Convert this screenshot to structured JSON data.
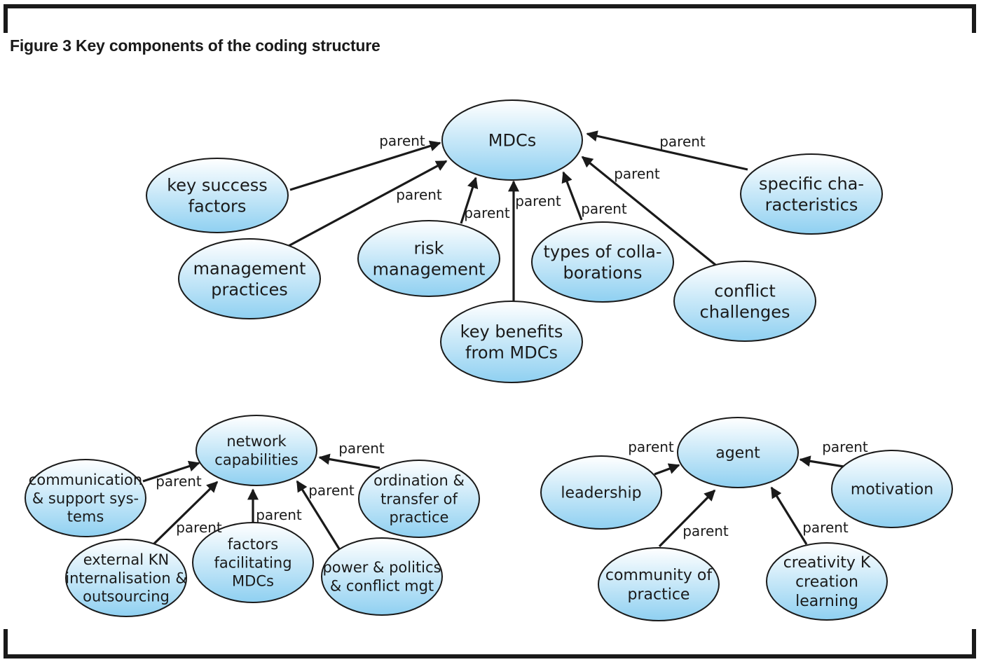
{
  "title": "Figure 3 Key components of the coding structure",
  "colors": {
    "node_top": "#ffffff",
    "node_bottom": "#8fd0f1",
    "stroke": "#1a1a1a",
    "frame": "#1a1a1a"
  },
  "nodes": {
    "mdcs": {
      "lines": [
        "MDCs"
      ]
    },
    "key_success": {
      "lines": [
        "key success",
        "factors"
      ]
    },
    "mgmt_practices": {
      "lines": [
        "management",
        "practices"
      ]
    },
    "risk_mgmt": {
      "lines": [
        "risk",
        "management"
      ]
    },
    "key_benefits": {
      "lines": [
        "key benefits",
        "from MDCs"
      ]
    },
    "types_collab": {
      "lines": [
        "types of colla-",
        "borations"
      ]
    },
    "conflict": {
      "lines": [
        "conflict",
        "challenges"
      ]
    },
    "specific": {
      "lines": [
        "specific cha-",
        "racteristics"
      ]
    },
    "network": {
      "lines": [
        "network",
        "capabilities"
      ]
    },
    "communication": {
      "lines": [
        "communication",
        "& support sys-",
        "tems"
      ]
    },
    "external": {
      "lines": [
        "external KN",
        "internalisation &",
        "outsourcing"
      ]
    },
    "factors": {
      "lines": [
        "factors",
        "facilitating",
        "MDCs"
      ]
    },
    "power": {
      "lines": [
        "power & politics",
        "& conflict mgt"
      ]
    },
    "ordination": {
      "lines": [
        "ordination &",
        "transfer of",
        "practice"
      ]
    },
    "agent": {
      "lines": [
        "agent"
      ]
    },
    "leadership": {
      "lines": [
        "leadership"
      ]
    },
    "motivation": {
      "lines": [
        "motivation"
      ]
    },
    "community": {
      "lines": [
        "community of",
        "practice"
      ]
    },
    "creativity": {
      "lines": [
        "creativity K",
        "creation",
        "learning"
      ]
    }
  },
  "edge_label": "parent",
  "edges": [
    {
      "from": "key_success",
      "to": "mdcs"
    },
    {
      "from": "mgmt_practices",
      "to": "mdcs"
    },
    {
      "from": "risk_mgmt",
      "to": "mdcs"
    },
    {
      "from": "key_benefits",
      "to": "mdcs"
    },
    {
      "from": "types_collab",
      "to": "mdcs"
    },
    {
      "from": "conflict",
      "to": "mdcs"
    },
    {
      "from": "specific",
      "to": "mdcs"
    },
    {
      "from": "communication",
      "to": "network"
    },
    {
      "from": "external",
      "to": "network"
    },
    {
      "from": "factors",
      "to": "network"
    },
    {
      "from": "power",
      "to": "network"
    },
    {
      "from": "ordination",
      "to": "network"
    },
    {
      "from": "leadership",
      "to": "agent"
    },
    {
      "from": "motivation",
      "to": "agent"
    },
    {
      "from": "community",
      "to": "agent"
    },
    {
      "from": "creativity",
      "to": "agent"
    }
  ]
}
